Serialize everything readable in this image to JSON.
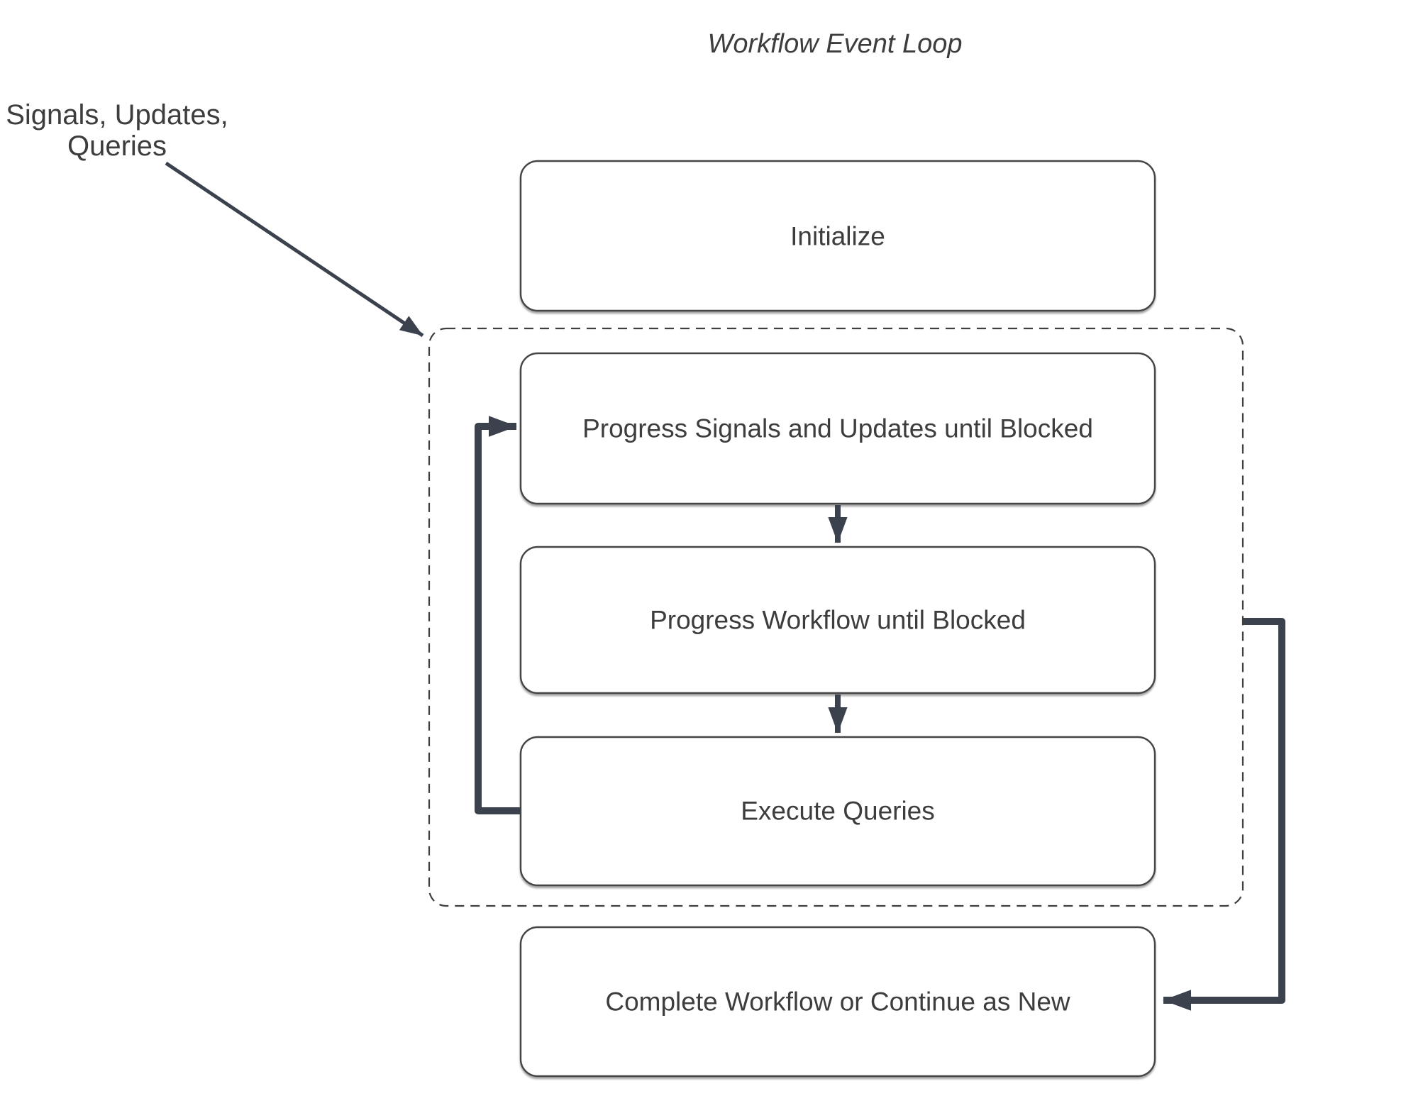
{
  "diagram": {
    "title": "Workflow Event Loop",
    "external_input": {
      "line1": "Signals, Updates,",
      "line2": "Queries"
    },
    "nodes": [
      {
        "id": "initialize",
        "label": "Initialize"
      },
      {
        "id": "progress-signals",
        "label": "Progress Signals and Updates until Blocked"
      },
      {
        "id": "progress-workflow",
        "label": "Progress Workflow until Blocked"
      },
      {
        "id": "execute-queries",
        "label": "Execute Queries"
      },
      {
        "id": "complete-workflow",
        "label": "Complete Workflow or Continue as New"
      }
    ],
    "edges": [
      {
        "from": "external-inputs",
        "to": "event-loop-container",
        "type": "arrow"
      },
      {
        "from": "progress-signals",
        "to": "progress-workflow",
        "type": "arrow"
      },
      {
        "from": "progress-workflow",
        "to": "execute-queries",
        "type": "arrow"
      },
      {
        "from": "execute-queries",
        "to": "progress-signals",
        "type": "loop-back"
      },
      {
        "from": "event-loop-container",
        "to": "complete-workflow",
        "type": "exit"
      }
    ],
    "colors": {
      "background": "#ffffff",
      "node_fill": "#ffffff",
      "node_border": "#454545",
      "dashed_border": "#3f3f3f",
      "text": "#3d3d3d",
      "arrow": "#3b424e"
    }
  }
}
